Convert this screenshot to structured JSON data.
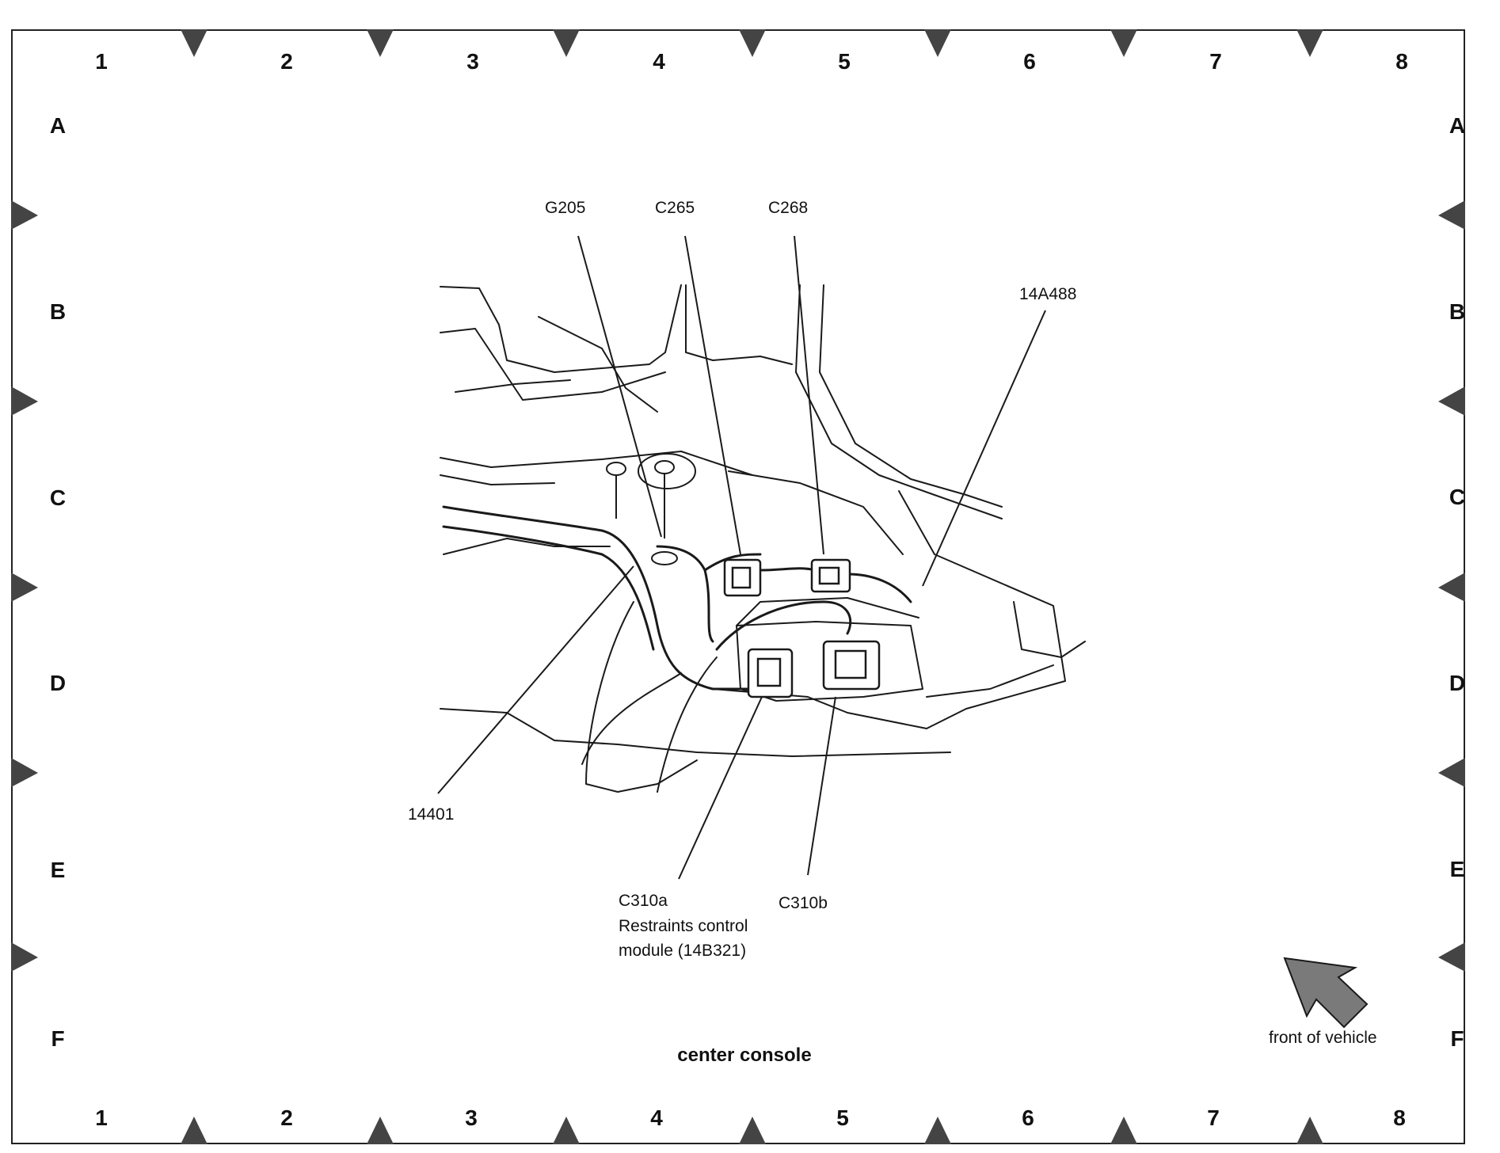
{
  "grid": {
    "columns": [
      "1",
      "2",
      "3",
      "4",
      "5",
      "6",
      "7",
      "8"
    ],
    "rows": [
      "A",
      "B",
      "C",
      "D",
      "E",
      "F"
    ]
  },
  "callouts": {
    "g205": "G205",
    "c265": "C265",
    "c268": "C268",
    "c14a488": "14A488",
    "c14401": "14401",
    "c310a": "C310a",
    "rcm_line1": "Restraints control",
    "rcm_line2": "module (14B321)",
    "c310b": "C310b"
  },
  "caption": "center console",
  "front_indicator": "front of vehicle",
  "colors": {
    "line": "#1a1a1a",
    "marker": "#444444",
    "arrow_fill": "#7a7a7a"
  }
}
